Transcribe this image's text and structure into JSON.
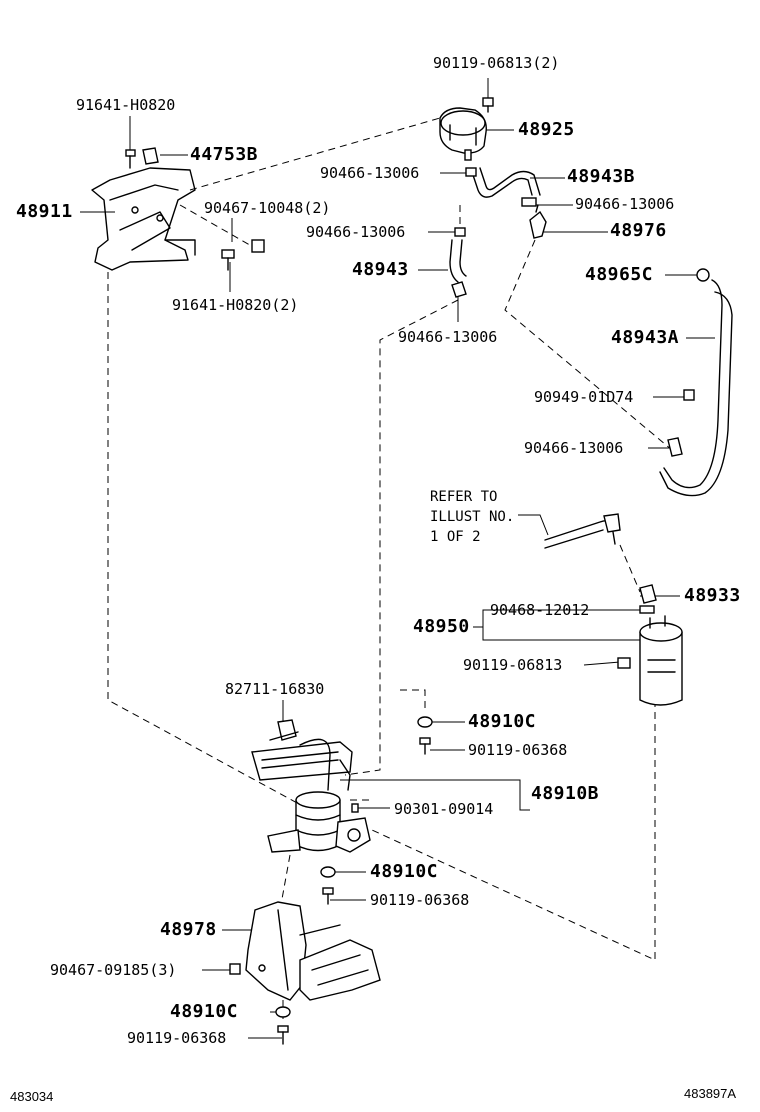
{
  "labels": {
    "p90119_06813_2": "90119-06813(2)",
    "p48925": "48925",
    "p91641_H0820": "91641-H0820",
    "p44753B": "44753B",
    "p90466_a": "90466-13006",
    "p48943B": "48943B",
    "p48911": "48911",
    "p90467_10048_2": "90467-10048(2)",
    "p90466_b": "90466-13006",
    "p90466_c": "90466-13006",
    "p48976": "48976",
    "p48943": "48943",
    "p48965C": "48965C",
    "p91641_H0820_2": "91641-H0820(2)",
    "p90466_d": "90466-13006",
    "p48943A": "48943A",
    "p90949_01D74": "90949-01D74",
    "p90466_e": "90466-13006",
    "refer_note": "REFER TO\nILLUST NO.\n1 OF 2",
    "p48933": "48933",
    "p48950": "48950",
    "p90468_12012": "90468-12012",
    "p90119_06813": "90119-06813",
    "p82711_16830": "82711-16830",
    "p48910C_a": "48910C",
    "p90119_06368_a": "90119-06368",
    "p48910B": "48910B",
    "p90301_09014": "90301-09014",
    "p48910C_b": "48910C",
    "p90119_06368_b": "90119-06368",
    "p48978": "48978",
    "p90467_09185_3": "90467-09185(3)",
    "p48910C_c": "48910C",
    "p90119_06368_c": "90119-06368"
  },
  "footer": {
    "left_code": "483034",
    "right_code": "483897A"
  }
}
